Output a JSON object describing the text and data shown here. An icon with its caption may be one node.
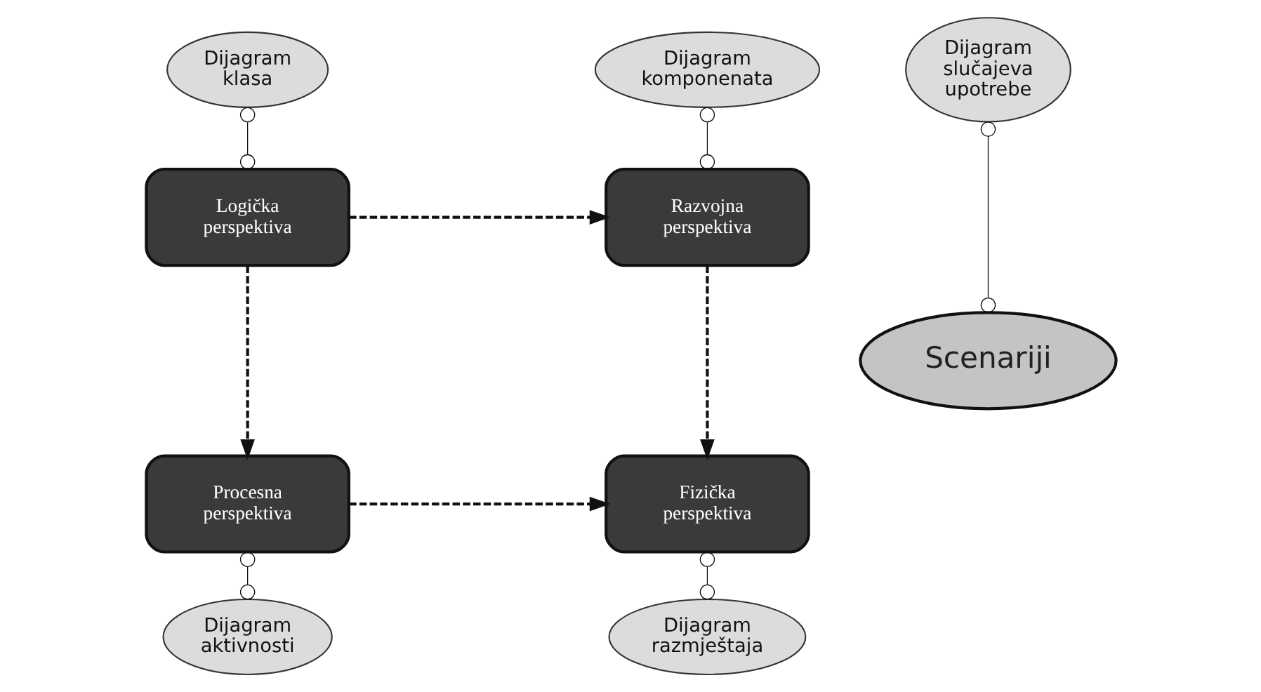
{
  "diagram": {
    "nodes": [
      {
        "text": [
          "Dijagram klasa"
        ]
      },
      {
        "text": [
          "Dijagram slučajeva upotrebe"
        ]
      },
      {
        "text": [
          "Dijagram komponenata"
        ]
      },
      {
        "text": [
          "Logička perspektiva"
        ]
      },
      {
        "text": [
          "Razvojna perspektiva"
        ]
      },
      {
        "text": [
          "Scenariji"
        ]
      },
      {
        "text": [
          "Procesna perspektiva"
        ]
      },
      {
        "text": [
          "Fizička perspektiva"
        ]
      },
      {
        "text": [
          "Dijagram aktivnosti"
        ]
      },
      {
        "text": [
          "Dijagram razmještaja"
        ]
      }
    ],
    "edges": [
      {
        "from": 3,
        "to": 4,
        "arrow": "to",
        "style": "dashed"
      },
      {
        "from": 3,
        "to": 6,
        "arrow": "to",
        "style": "dashed"
      },
      {
        "from": 4,
        "to": 7,
        "arrow": "to",
        "style": "dashed"
      },
      {
        "from": 6,
        "to": 7,
        "arrow": "to",
        "style": "dashed"
      },
      {
        "from": 0,
        "to": 3,
        "arrow": "other"
      },
      {
        "from": 1,
        "to": 5,
        "arrow": "other"
      },
      {
        "from": 2,
        "to": 4,
        "arrow": "other"
      },
      {
        "from": 8,
        "to": 6,
        "arrow": "other"
      },
      {
        "from": 9,
        "to": 7,
        "arrow": "other"
      }
    ]
  }
}
